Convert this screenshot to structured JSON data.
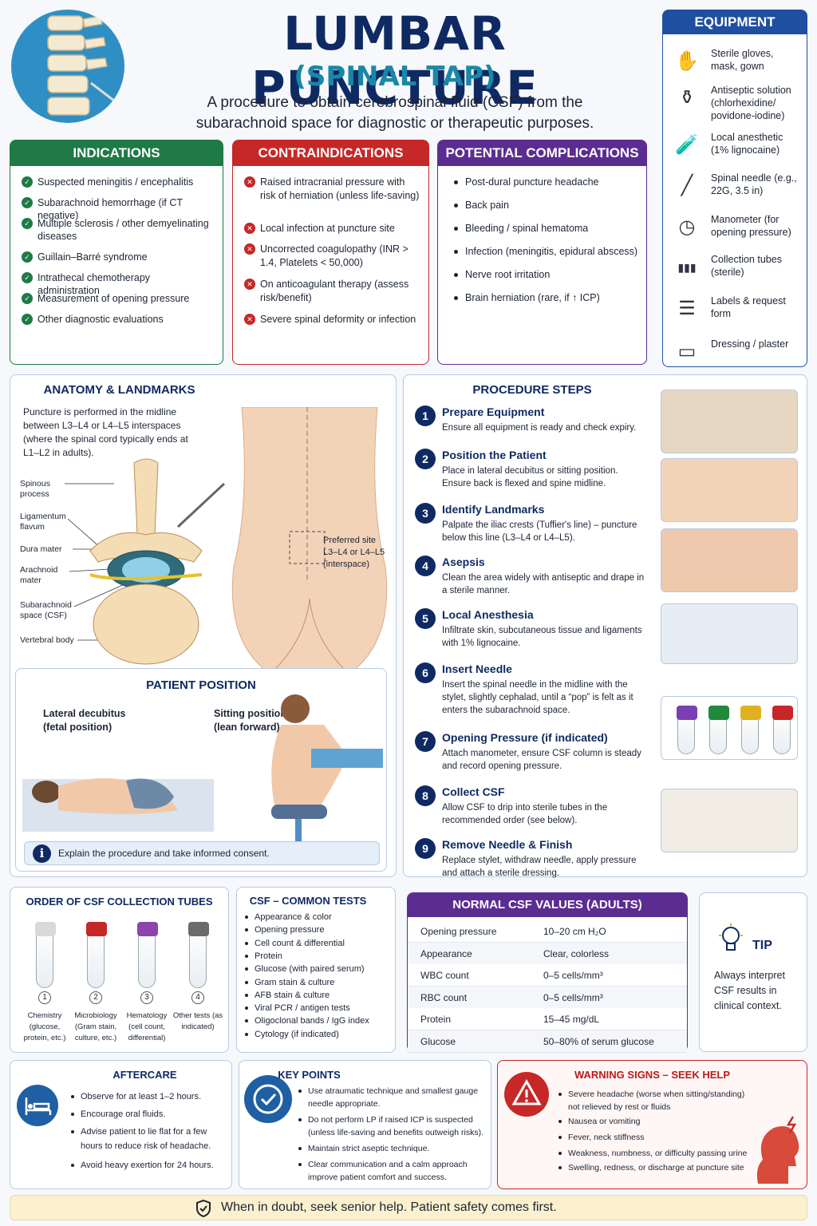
{
  "header": {
    "title": "LUMBAR PUNCTURE",
    "subtitle": "(SPINAL TAP)",
    "description_line1": "A procedure to obtain cerebrospinal fluid (CSF) from the",
    "description_line2": "subarachnoid space for diagnostic or therapeutic purposes."
  },
  "equipment": {
    "title": "EQUIPMENT",
    "items": [
      {
        "icon": "gloves-icon",
        "label": "Sterile gloves, mask, gown"
      },
      {
        "icon": "bottle-icon",
        "label": "Antiseptic solution (chlorhexidine/ povidone-iodine)"
      },
      {
        "icon": "vial-icon",
        "label": "Local anesthetic (1% lignocaine)"
      },
      {
        "icon": "needle-icon",
        "label": "Spinal needle (e.g., 22G, 3.5 in)"
      },
      {
        "icon": "manometer-icon",
        "label": "Manometer (for opening pressure)"
      },
      {
        "icon": "tubes-icon",
        "label": "Collection tubes (sterile)"
      },
      {
        "icon": "form-icon",
        "label": "Labels & request form"
      },
      {
        "icon": "plaster-icon",
        "label": "Dressing / plaster"
      }
    ]
  },
  "indications": {
    "title": "INDICATIONS",
    "items": [
      "Suspected meningitis / encephalitis",
      "Subarachnoid hemorrhage (if CT negative)",
      "Multiple sclerosis / other demyelinating diseases",
      "Guillain–Barré syndrome",
      "Intrathecal chemotherapy administration",
      "Measurement of opening pressure",
      "Other diagnostic evaluations"
    ]
  },
  "contraindications": {
    "title": "CONTRAINDICATIONS",
    "items": [
      "Raised intracranial pressure with risk of herniation (unless life-saving)",
      "Local infection at puncture site",
      "Uncorrected coagulopathy (INR > 1.4, Platelets < 50,000)",
      "On anticoagulant therapy (assess risk/benefit)",
      "Severe spinal deformity or infection"
    ]
  },
  "complications": {
    "title": "POTENTIAL COMPLICATIONS",
    "items": [
      "Post-dural puncture headache",
      "Back pain",
      "Bleeding / spinal hematoma",
      "Infection (meningitis, epidural abscess)",
      "Nerve root irritation",
      "Brain herniation (rare, if ↑ ICP)"
    ]
  },
  "anatomy": {
    "title": "ANATOMY & LANDMARKS",
    "text": "Puncture is performed in the midline between L3–L4 or L4–L5 interspaces (where the spinal cord typically ends at L1–L2 in adults).",
    "labels": [
      "Spinous process",
      "Ligamentum flavum",
      "Dura mater",
      "Arachnoid mater",
      "Subarachnoid space (CSF)",
      "Vertebral body"
    ],
    "site_label": "Preferred site L3–L4 or L4–L5 (interspace)"
  },
  "position": {
    "title": "PATIENT POSITION",
    "lateral": "Lateral decubitus (fetal position)",
    "sitting": "Sitting position (lean forward)",
    "note": "Explain the procedure and take informed consent."
  },
  "steps": {
    "title": "PROCEDURE STEPS",
    "items": [
      {
        "n": "1",
        "title": "Prepare Equipment",
        "desc": "Ensure all equipment is ready and check expiry."
      },
      {
        "n": "2",
        "title": "Position the Patient",
        "desc": "Place in lateral decubitus or sitting position. Ensure back is flexed and spine midline."
      },
      {
        "n": "3",
        "title": "Identify Landmarks",
        "desc": "Palpate the iliac crests (Tuffier's line) – puncture below this line (L3–L4 or L4–L5)."
      },
      {
        "n": "4",
        "title": "Asepsis",
        "desc": "Clean the area widely with antiseptic and drape in a sterile manner."
      },
      {
        "n": "5",
        "title": "Local Anesthesia",
        "desc": "Infiltrate skin, subcutaneous tissue and ligaments with 1% lignocaine."
      },
      {
        "n": "6",
        "title": "Insert Needle",
        "desc": "Insert the spinal needle in the midline with the stylet, slightly cephalad, until a “pop” is felt as it enters the subarachnoid space."
      },
      {
        "n": "7",
        "title": "Opening Pressure (if indicated)",
        "desc": "Attach manometer, ensure CSF column is steady and record opening pressure."
      },
      {
        "n": "8",
        "title": "Collect CSF",
        "desc": "Allow CSF to drip into sterile tubes in the recommended order (see below)."
      },
      {
        "n": "9",
        "title": "Remove Needle & Finish",
        "desc": "Replace stylet, withdraw needle, apply pressure and attach a sterile dressing."
      }
    ]
  },
  "tubes": {
    "title": "ORDER OF CSF COLLECTION TUBES",
    "items": [
      {
        "n": "1",
        "label": "Chemistry (glucose, protein, etc.)",
        "color": "#d9d9d9"
      },
      {
        "n": "2",
        "label": "Microbiology (Gram stain, culture, etc.)",
        "color": "#c62828"
      },
      {
        "n": "3",
        "label": "Hematology (cell count, differential)",
        "color": "#8e44ad"
      },
      {
        "n": "4",
        "label": "Other tests (as indicated)",
        "color": "#6b6b6b"
      }
    ]
  },
  "tests": {
    "title": "CSF – COMMON TESTS",
    "items": [
      "Appearance & color",
      "Opening pressure",
      "Cell count & differential",
      "Protein",
      "Glucose (with paired serum)",
      "Gram stain & culture",
      "AFB stain & culture",
      "Viral PCR / antigen tests",
      "Oligoclonal bands / IgG index",
      "Cytology (if indicated)"
    ]
  },
  "normal": {
    "title": "NORMAL CSF VALUES (ADULTS)",
    "rows": [
      {
        "k": "Opening pressure",
        "v": "10–20 cm H₂O"
      },
      {
        "k": "Appearance",
        "v": "Clear, colorless"
      },
      {
        "k": "WBC count",
        "v": "0–5 cells/mm³"
      },
      {
        "k": "RBC count",
        "v": "0–5 cells/mm³"
      },
      {
        "k": "Protein",
        "v": "15–45 mg/dL"
      },
      {
        "k": "Glucose",
        "v": "50–80% of serum glucose"
      }
    ]
  },
  "tip": {
    "title": "TIP",
    "text": "Always interpret CSF results in clinical context."
  },
  "aftercare": {
    "title": "AFTERCARE",
    "items": [
      "Observe for at least 1–2 hours.",
      "Encourage oral fluids.",
      "Advise patient to lie flat for a few hours to reduce risk of headache.",
      "Avoid heavy exertion for 24 hours."
    ]
  },
  "keypoints": {
    "title": "KEY POINTS",
    "items": [
      "Use atraumatic technique and smallest gauge needle appropriate.",
      "Do not perform LP if raised ICP is suspected (unless life-saving and benefits outweigh risks).",
      "Maintain strict aseptic technique.",
      "Clear communication and a calm approach improve patient comfort and success."
    ]
  },
  "warning": {
    "title": "WARNING SIGNS – SEEK HELP",
    "items": [
      "Severe headache (worse when sitting/standing) not relieved by rest or fluids",
      "Nausea or vomiting",
      "Fever, neck stiffness",
      "Weakness, numbness, or difficulty passing urine",
      "Swelling, redness, or discharge at puncture site"
    ]
  },
  "footer": "When in doubt, seek senior help. Patient safety comes first.",
  "colors": {
    "navy": "#0f2a63",
    "green": "#1f7a45",
    "red": "#c62828",
    "purple": "#5b2d91",
    "teal": "#1a87a8"
  }
}
